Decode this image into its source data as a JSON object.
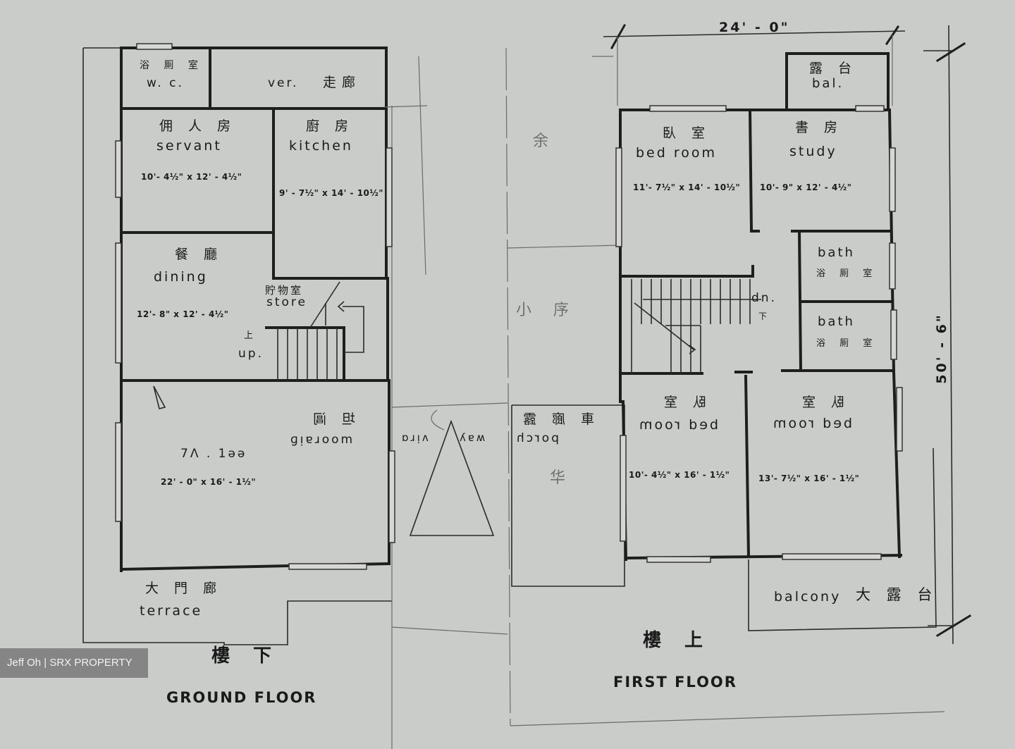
{
  "ground_floor": {
    "title_zh": "樓 下",
    "title_en": "GROUND FLOOR",
    "rooms": {
      "wc": {
        "zh": "浴 厠 室",
        "en": "w. c."
      },
      "verandah": {
        "en": "ver.",
        "zh": "走廊"
      },
      "servant": {
        "zh": "佣 人 房",
        "en": "servant",
        "dim": "10'- 4½\" x 12' - 4½\""
      },
      "kitchen": {
        "zh": "廚 房",
        "en": "kitchen",
        "dim": "9' - 7½\" x 14' - 10½\""
      },
      "dining": {
        "zh": "餐 廳",
        "en": "dining",
        "dim": "12'- 8\" x 12' - 4½\""
      },
      "store": {
        "zh": "貯物室",
        "en": "store"
      },
      "stair": {
        "zh": "上",
        "en": "up."
      },
      "living": {
        "zh_mirror": "坦 阊",
        "en_mirror": "ɡᴉɐɹoom",
        "mirror_line": "7ꓥ . 1ǝǝ",
        "dim": "22' - 0\" x 16' - 1½\""
      },
      "terrace": {
        "zh": "大 門 廊",
        "en": "terrace"
      }
    }
  },
  "driveway": {
    "mirror_left": "ɒɹᴉʌ",
    "mirror_right": "ʎɐʍ"
  },
  "first_floor": {
    "title_zh": "樓 上",
    "title_en": "FIRST FLOOR",
    "overall_width": "24' - 0\"",
    "overall_depth": "50' - 6\"",
    "rooms": {
      "bal_top": {
        "zh": "露 台",
        "en": "bal."
      },
      "bedroom1": {
        "zh": "臥 室",
        "en": "bed  room",
        "dim": "11'- 7½\" x 14' - 10½\""
      },
      "study": {
        "zh": "書 房",
        "en": "study",
        "dim": "10'- 9\" x 12' - 4½\""
      },
      "bath1": {
        "en": "bath",
        "zh": "浴 厠 室"
      },
      "bath2": {
        "en": "bath",
        "zh": "浴 厠 室"
      },
      "stair": {
        "en": "dn.",
        "zh": "下"
      },
      "bedroom2": {
        "zh_mirror": "臥 室",
        "en_mirror": "bed room",
        "dim": "10'- 4½\" x 16' - 1½\""
      },
      "bedroom3": {
        "zh_mirror": "臥 室",
        "en_mirror": "bed room",
        "dim": "13'- 7½\" x 16' - 1½\""
      },
      "porch": {
        "zh_mirror": "車 廊 露",
        "en_mirror": "porch"
      },
      "balcony": {
        "en": "balcony",
        "zh": "大 露 台"
      }
    }
  },
  "pencil_notes": {
    "note1": "余",
    "note2": "小 序",
    "note3": "华"
  },
  "credit": "Jeff Oh | SRX PROPERTY"
}
